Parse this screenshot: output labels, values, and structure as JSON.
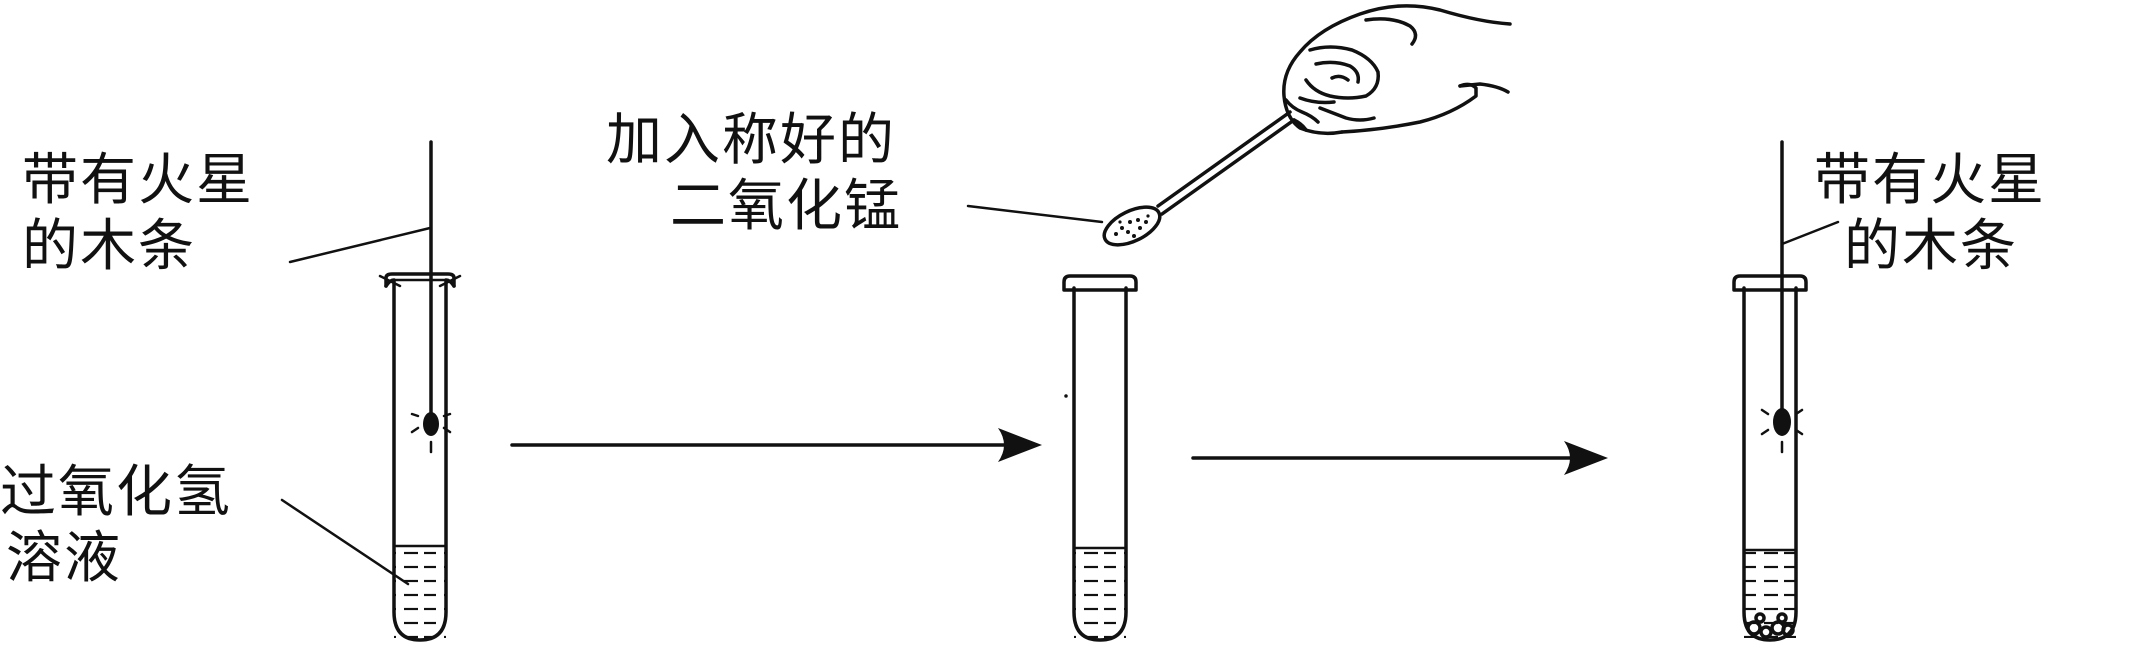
{
  "labels": {
    "splint_left": [
      "带有火星",
      "的木条"
    ],
    "h2o2": [
      "过氧化氢",
      "溶液"
    ],
    "mno2": [
      "加入称好的",
      "二氧化锰"
    ],
    "splint_right": [
      "带有火星",
      "的木条"
    ]
  },
  "colors": {
    "ink": "#111111",
    "background": "#ffffff"
  },
  "icons": [
    "test-tube-icon",
    "glowing-splint-icon",
    "spoon-icon",
    "hand-icon",
    "arrow-right-icon"
  ]
}
